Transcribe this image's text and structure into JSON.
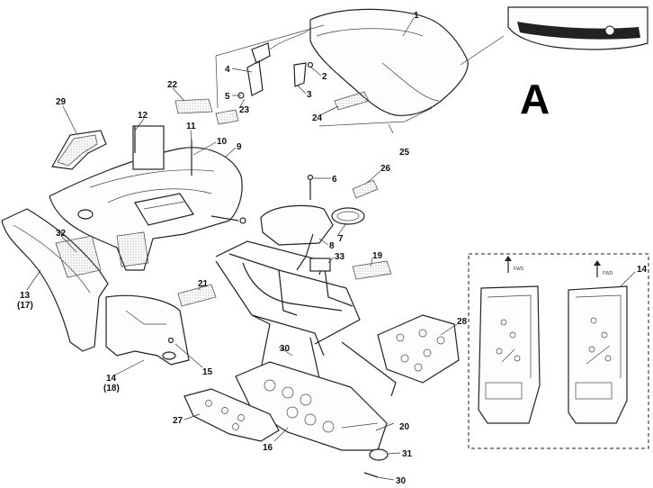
{
  "callouts": {
    "c1": "1",
    "c2": "2",
    "c3": "3",
    "c4": "4",
    "c5": "5",
    "c6": "6",
    "c7": "7",
    "c8": "8",
    "c9": "9",
    "c10": "10",
    "c11": "11",
    "c12": "12",
    "c13": "13",
    "c13b": "(17)",
    "c14": "14",
    "c14b": "(18)",
    "c14_inset": "14",
    "c15": "15",
    "c16": "16",
    "c19": "19",
    "c20": "20",
    "c21": "21",
    "c22": "22",
    "c23": "23",
    "c24": "24",
    "c25": "25",
    "c26": "26",
    "c27": "27",
    "c28": "28",
    "c29": "29",
    "c30a": "30",
    "c30b": "30",
    "c31": "31",
    "c32": "32",
    "c33": "33"
  },
  "detail_letter": "A",
  "inset": {
    "fwd_left": "FWD",
    "fwd_right": "FWD"
  },
  "colors": {
    "line": "#222222",
    "background": "#ffffff"
  }
}
